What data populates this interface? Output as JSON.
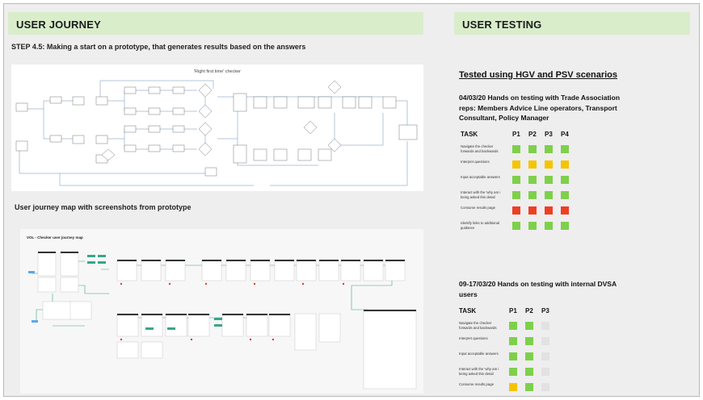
{
  "header": {
    "left_title": "USER JOURNEY",
    "right_title": "USER TESTING"
  },
  "step_text": "STEP 4.5: Making a start on a prototype, that generates results based on the answers",
  "flowchart": {
    "title": "'Right first time' checker"
  },
  "journey_map": {
    "heading": "User journey map with screenshots from prototype",
    "title": "VOL - Checker user journey map"
  },
  "testing": {
    "tested_title": "Tested using HGV and PSV scenarios",
    "colors": {
      "green": "#7ed04b",
      "amber": "#f5c400",
      "red": "#ee3f23",
      "grey": "#e2e2e2"
    },
    "session1": {
      "line1": "04/03/20 Hands on testing with Trade Association",
      "line2": "reps: Members Advice Line operators, Transport",
      "line3": "Consultant, Policy Manager",
      "task_header": "TASK",
      "participants": [
        "P1",
        "P2",
        "P3",
        "P4"
      ],
      "rows": [
        {
          "label": "Navigate the checker forwards and backwards",
          "results": [
            "green",
            "green",
            "green",
            "green"
          ]
        },
        {
          "label": "Interpret questions",
          "results": [
            "amber",
            "amber",
            "amber",
            "amber"
          ]
        },
        {
          "label": "Input acceptable answers",
          "results": [
            "green",
            "green",
            "green",
            "green"
          ]
        },
        {
          "label": "Interact with the 'why am i being asked this detail",
          "results": [
            "green",
            "green",
            "green",
            "green"
          ]
        },
        {
          "label": "Consume results page",
          "results": [
            "red",
            "red",
            "red",
            "red"
          ]
        },
        {
          "label": "Identify links to additional guidance",
          "results": [
            "green",
            "green",
            "green",
            "green"
          ]
        }
      ]
    },
    "session2": {
      "line1": "09-17/03/20 Hands on testing with internal DVSA",
      "line2": "users",
      "task_header": "TASK",
      "participants": [
        "P1",
        "P2",
        "P3"
      ],
      "rows": [
        {
          "label": "Navigate the checker forwards and backwards",
          "results": [
            "green",
            "green",
            "grey"
          ]
        },
        {
          "label": "Interpret questions",
          "results": [
            "green",
            "green",
            "grey"
          ]
        },
        {
          "label": "Input acceptable answers",
          "results": [
            "green",
            "green",
            "grey"
          ]
        },
        {
          "label": "Interact with the 'why am i being asked this detail",
          "results": [
            "green",
            "green",
            "grey"
          ]
        },
        {
          "label": "Consume results page",
          "results": [
            "amber",
            "green",
            "grey"
          ]
        }
      ]
    }
  }
}
